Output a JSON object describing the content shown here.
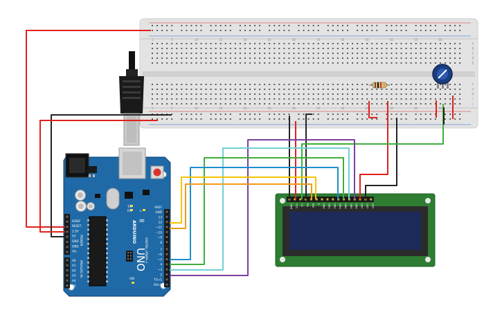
{
  "colors": {
    "breadboard": "#e4e4e4",
    "breadboard_edge": "#cfcfcf",
    "hole": "#5a5a5a",
    "arduino": "#1f6aa6",
    "arduino_dark": "#0e3f6c",
    "lcd_pcb": "#2e7d32",
    "lcd_glass": "#1d2b5a",
    "wire_red": "#e0201d",
    "wire_black": "#222222",
    "wire_green": "#3fae3a",
    "wire_blue": "#1b8ecf",
    "wire_cyan": "#6fd0d6",
    "wire_yellow": "#f4c400",
    "wire_orange": "#f09a1a",
    "wire_purple": "#7b3fa0"
  },
  "breadboard": {
    "row_labels_right": [
      "A",
      "B",
      "C",
      "D",
      "E",
      "F",
      "G",
      "H",
      "I",
      "J"
    ],
    "column_numbers": [
      "1",
      "5",
      "10",
      "15",
      "20",
      "25",
      "30",
      "35",
      "40",
      "45",
      "50",
      "55",
      "60"
    ]
  },
  "arduino": {
    "brand": "ARDUINO",
    "model": "UNO",
    "digital_label": "DIGITAL (PWM~)",
    "power_label": "POWER",
    "analog_label": "ANALOG IN",
    "logo": "∞",
    "top_pins": [
      "AREF",
      "GND",
      "13",
      "12",
      "~11",
      "~10",
      "~9",
      "8"
    ],
    "bottom_pins": [
      "7",
      "~6",
      "~5",
      "4",
      "~3",
      "2",
      "TX→1",
      "RX←0"
    ],
    "power_pins": [
      "IOREF",
      "RESET",
      "3.3V",
      "5V",
      "GND",
      "GND",
      "Vin"
    ],
    "analog_pins": [
      "A0",
      "A1",
      "A2",
      "A3",
      "A4",
      "A5"
    ],
    "small_labels": {
      "tx": "TX",
      "rx": "RX",
      "l": "L",
      "on": "ON"
    }
  },
  "lcd": {
    "pins": [
      "GND",
      "VCC",
      "V0",
      "RS",
      "RW",
      "E",
      "DB0",
      "DB1",
      "DB2",
      "DB3",
      "DB4",
      "DB5",
      "DB6",
      "DB7",
      "LED",
      "LED"
    ]
  },
  "icons": [
    "usb-cable-icon",
    "potentiometer-icon",
    "resistor-icon",
    "reset-button-icon",
    "arduino-logo-icon"
  ]
}
